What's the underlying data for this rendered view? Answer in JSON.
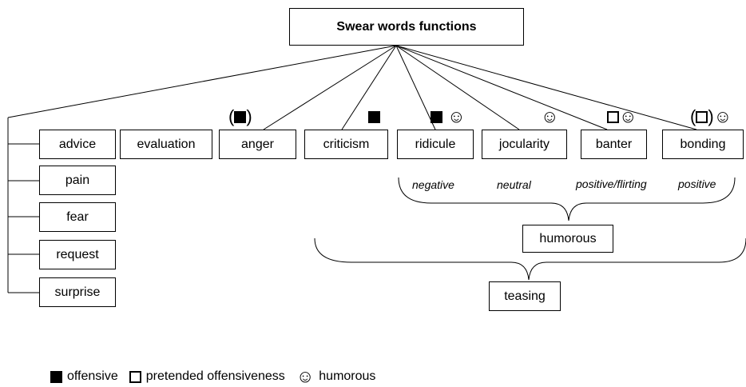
{
  "root": {
    "label": "Swear words functions"
  },
  "left_functions": [
    "advice",
    "pain",
    "fear",
    "request",
    "surprise"
  ],
  "functions": [
    {
      "id": "evaluation",
      "label": "evaluation"
    },
    {
      "id": "anger",
      "label": "anger"
    },
    {
      "id": "criticism",
      "label": "criticism"
    },
    {
      "id": "ridicule",
      "label": "ridicule"
    },
    {
      "id": "jocularity",
      "label": "jocularity"
    },
    {
      "id": "banter",
      "label": "banter"
    },
    {
      "id": "bonding",
      "label": "bonding"
    }
  ],
  "markers": {
    "anger": {
      "open": "(",
      "close": ")"
    },
    "bonding": {
      "open": "(",
      "close": ")"
    },
    "smiley": "☺"
  },
  "tones": [
    "negative",
    "neutral",
    "positive/flirting",
    "positive"
  ],
  "groups": {
    "humorous": "humorous",
    "teasing": "teasing"
  },
  "legend": {
    "offensive": "offensive",
    "pretended": "pretended offensiveness",
    "humorous": "humorous"
  }
}
